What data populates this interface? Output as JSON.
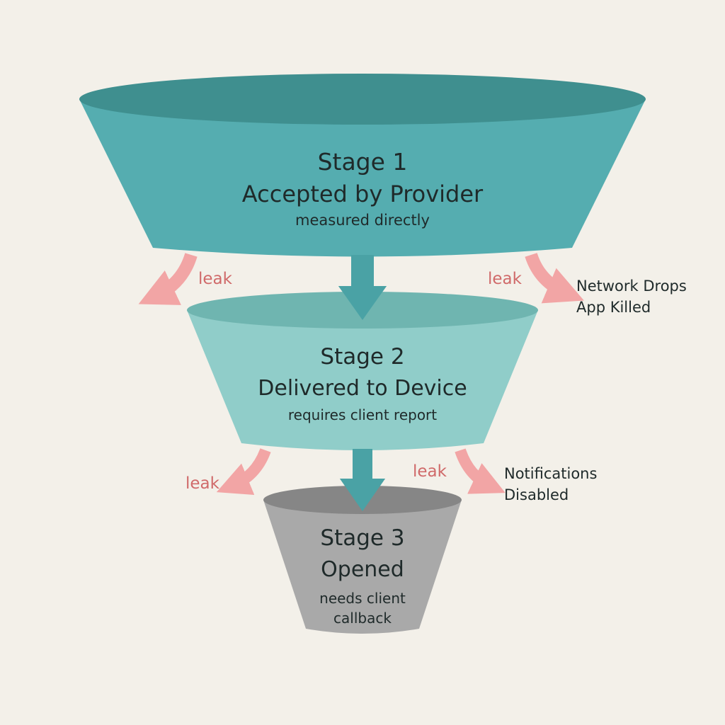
{
  "colors": {
    "background": "#f3f0e9",
    "stage1_body": "#55adb0",
    "stage1_top": "#3f8f8f",
    "stage2_body": "#90cdc9",
    "stage2_top": "#6fb5b0",
    "stage3_body": "#a9a9a9",
    "stage3_top": "#868686",
    "flow_arrow": "#4aa2a5",
    "leak_arrow": "#f2a5a5",
    "leak_text": "#d06a6a",
    "text": "#1f2a2a"
  },
  "stages": [
    {
      "number": "Stage 1",
      "name": "Accepted by Provider",
      "note": "measured directly"
    },
    {
      "number": "Stage 2",
      "name": "Delivered to Device",
      "note": "requires client report"
    },
    {
      "number": "Stage 3",
      "name": "Opened",
      "note_line1": "needs client",
      "note_line2": "callback"
    }
  ],
  "leaks": {
    "label": "leak",
    "stage1_reasons": [
      "Network Drops",
      "App Killed"
    ],
    "stage2_reasons": [
      "Notifications",
      "Disabled"
    ]
  }
}
